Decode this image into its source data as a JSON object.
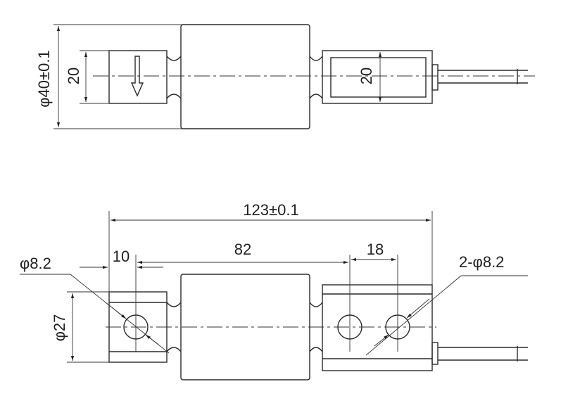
{
  "top_view": {
    "dim_diameter": "φ40±0.1",
    "dim_left_block": "20",
    "dim_right_block": "20"
  },
  "bottom_view": {
    "dim_overall_length": "123±0.1",
    "dim_hole_spacing": "82",
    "dim_edge_to_hole": "10",
    "dim_right_hole_spacing": "18",
    "dim_left_hole": "φ8.2",
    "dim_right_holes": "2-φ8.2",
    "dim_block_diameter": "φ27"
  }
}
